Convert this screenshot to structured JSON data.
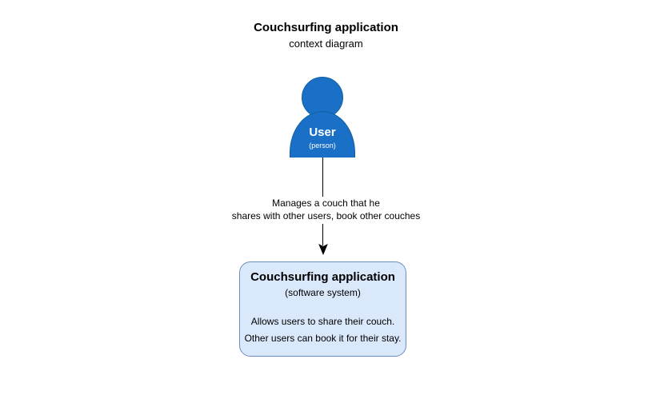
{
  "diagram": {
    "title": "Couchsurfing application",
    "subtitle": "context diagram"
  },
  "person": {
    "name": "User",
    "type_label": "(person)"
  },
  "relationship": {
    "label_line1": "Manages a couch that he",
    "label_line2": "shares with other users, book other couches"
  },
  "system": {
    "name": "Couchsurfing application",
    "type_label": "(software system)",
    "description_line1": "Allows users to share their couch.",
    "description_line2": "Other users can book it for their stay."
  },
  "colors": {
    "person_fill": "#1A70C7",
    "person_stroke": "#10609F",
    "person_text": "#FFFFFF",
    "system_fill": "#DAE8FC",
    "system_stroke": "#6C8EBF",
    "arrow": "#000000",
    "text_dark": "#000000"
  }
}
